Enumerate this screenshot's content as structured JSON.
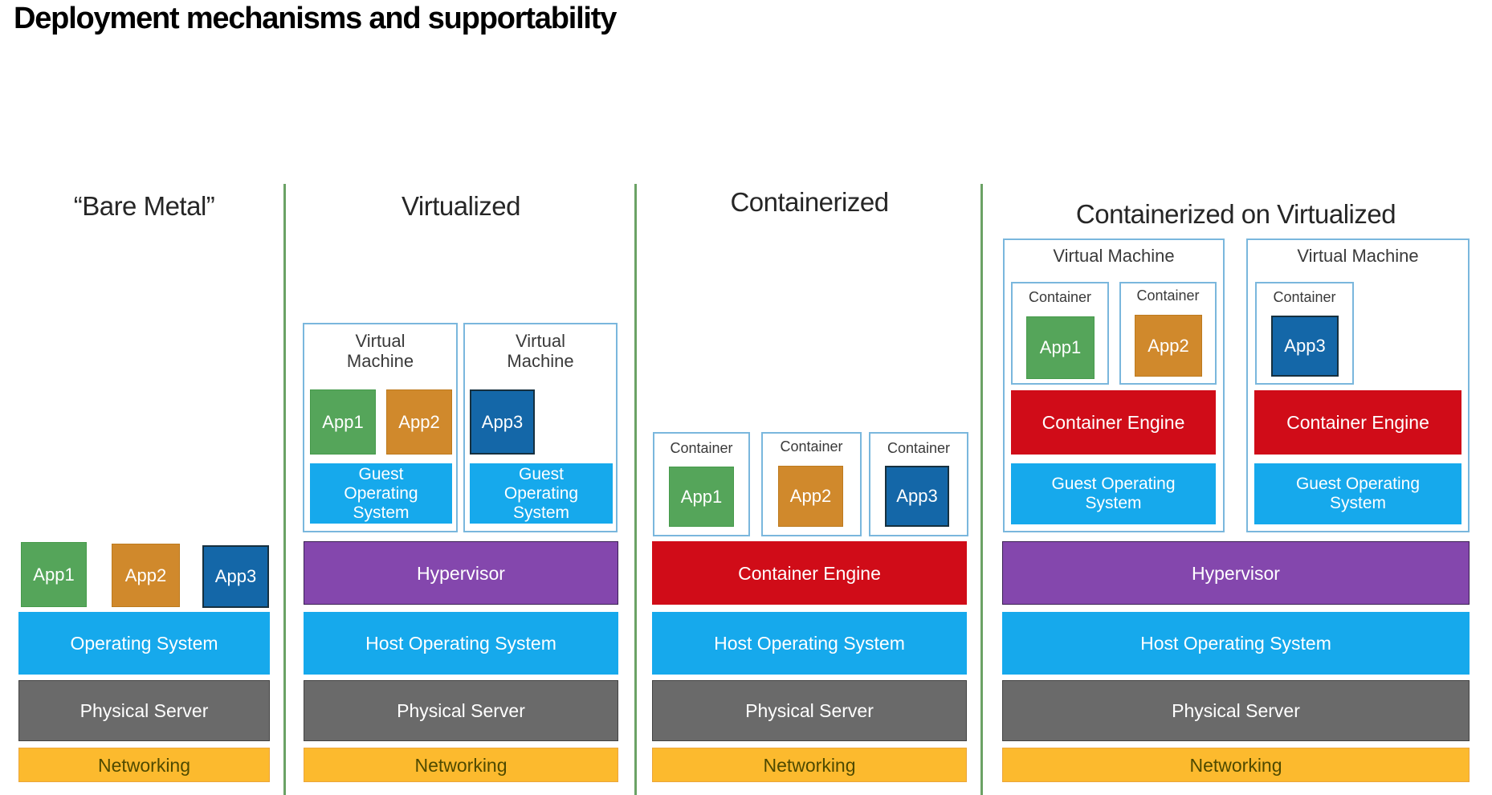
{
  "page_title": "Deployment mechanisms and supportability",
  "colors": {
    "app1_green": "#55a55a",
    "app2_orange": "#d0892c",
    "app3_blue": "#1467a8",
    "os_cyan": "#16a9ec",
    "hypervisor_purple": "#8447ad",
    "container_engine_red": "#d00c18",
    "physical_server_gray": "#6a6a6a",
    "networking_yellow": "#fcba2e",
    "divider_green": "#6ba265",
    "box_border_blue": "#7ab7dd"
  },
  "columns": [
    {
      "title": "“Bare Metal”",
      "apps": [
        "App1",
        "App2",
        "App3"
      ],
      "layers": {
        "os": "Operating System",
        "server": "Physical Server",
        "network": "Networking"
      }
    },
    {
      "title": "Virtualized",
      "vms": [
        {
          "label": "Virtual Machine",
          "apps": [
            "App1",
            "App2"
          ],
          "guest_os": "Guest Operating System"
        },
        {
          "label": "Virtual Machine",
          "apps": [
            "App3"
          ],
          "guest_os": "Guest Operating System"
        }
      ],
      "layers": {
        "hypervisor": "Hypervisor",
        "host_os": "Host Operating System",
        "server": "Physical Server",
        "network": "Networking"
      }
    },
    {
      "title": "Containerized",
      "containers": [
        {
          "label": "Container",
          "app": "App1"
        },
        {
          "label": "Container",
          "app": "App2"
        },
        {
          "label": "Container",
          "app": "App3"
        }
      ],
      "layers": {
        "engine": "Container Engine",
        "host_os": "Host Operating System",
        "server": "Physical Server",
        "network": "Networking"
      }
    },
    {
      "title": "Containerized on Virtualized",
      "vms": [
        {
          "label": "Virtual Machine",
          "containers": [
            {
              "label": "Container",
              "app": "App1"
            },
            {
              "label": "Container",
              "app": "App2"
            }
          ],
          "engine": "Container Engine",
          "guest_os": "Guest Operating System"
        },
        {
          "label": "Virtual Machine",
          "containers": [
            {
              "label": "Container",
              "app": "App3"
            }
          ],
          "engine": "Container Engine",
          "guest_os": "Guest Operating System"
        }
      ],
      "layers": {
        "hypervisor": "Hypervisor",
        "host_os": "Host Operating System",
        "server": "Physical Server",
        "network": "Networking"
      }
    }
  ]
}
